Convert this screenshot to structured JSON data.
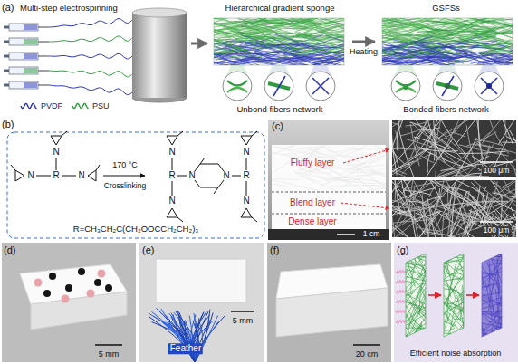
{
  "diagram": {
    "nodes": [
      {
        "text": [
          "Multi-step electrospinning"
        ]
      },
      {
        "text": [
          "Hierarchical gradient sponge",
          "Unbond fibers network"
        ]
      },
      {
        "text": [
          "GSFSs",
          "Bonded fibers network"
        ]
      }
    ],
    "edges": [
      {
        "from": 0,
        "to": 1,
        "arrow": "to"
      },
      {
        "from": 1,
        "to": 2,
        "arrow": "to",
        "label": "Heating"
      }
    ],
    "labels": [
      "(a)",
      "(b)",
      "N",
      "N",
      "R",
      "N",
      "170 °C",
      "Crosslinking",
      "N",
      "N",
      "R",
      "N",
      "N",
      "R",
      "N",
      "N",
      "R=CH₃CH₂C(CH₂OOCCH₂CH₂)₃",
      "(c)",
      "Fluffy layer",
      "100 μm",
      "Blend layer",
      "100 μm",
      "Dense layer",
      "1 cm",
      "(d)",
      "5 mm",
      "(e)",
      "5 mm",
      "Feather",
      "(f)",
      "20 cm",
      "(g)",
      "Efficient noise absorption"
    ],
    "legend": [
      {
        "text": "PVDF"
      },
      {
        "text": "PSU"
      }
    ]
  }
}
